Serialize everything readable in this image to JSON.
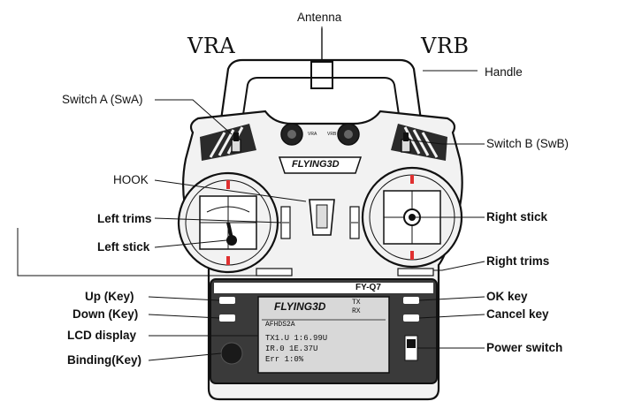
{
  "labels": {
    "antenna": "Antenna",
    "vra": "VRA",
    "vrb": "VRB",
    "handle": "Handle",
    "switch_a": "Switch A (SwA)",
    "switch_b": "Switch B (SwB)",
    "hook": "HOOK",
    "left_trims": "Left trims",
    "left_stick": "Left stick",
    "right_stick": "Right stick",
    "right_trims": "Right trims",
    "up_key": "Up (Key)",
    "down_key": "Down (Key)",
    "lcd_display": "LCD display",
    "binding_key": "Binding(Key)",
    "ok_key": "OK key",
    "cancel_key": "Cancel key",
    "power_switch": "Power switch"
  },
  "device": {
    "brand_logo": "FLYING3D",
    "model": "FY-Q7"
  },
  "lcd": {
    "logo": "FLYING3D",
    "model_line": "AFHDS2A",
    "tx_label": "TX",
    "rx_label": "RX",
    "line1": "TX1.U 1:6.99U",
    "line2": "IR.0 1E.37U",
    "line3": "Err 1:0%"
  },
  "colors": {
    "ink": "#111111",
    "body": "#f2f2f2",
    "panel": "#3a3a3a",
    "lcd": "#d8d8d8",
    "trim_mark": "#e03030"
  }
}
